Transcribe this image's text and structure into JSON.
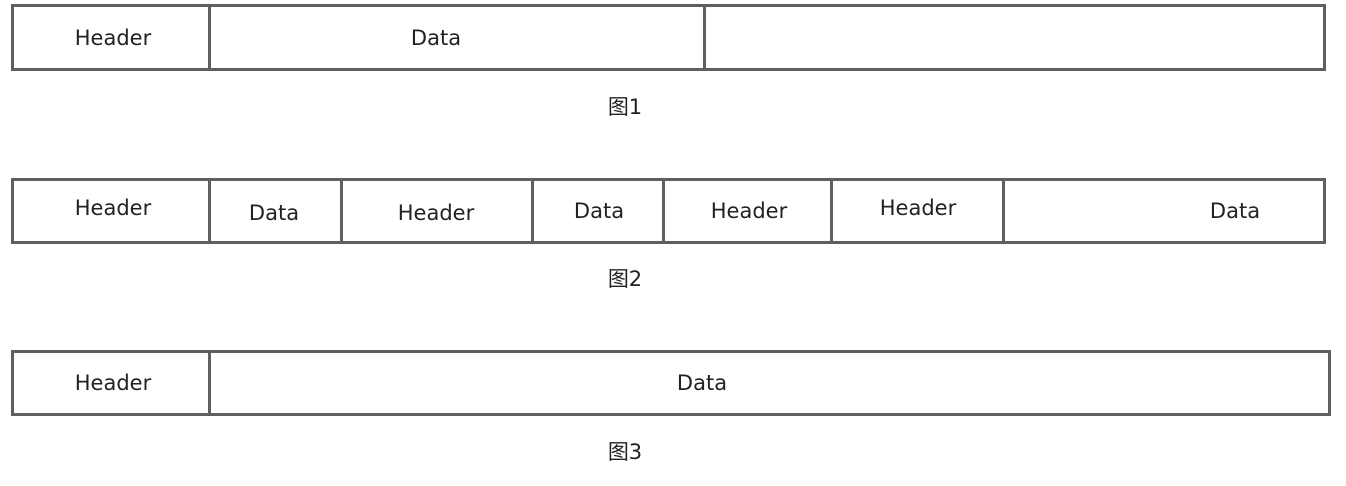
{
  "figures": [
    {
      "caption": "图1",
      "cells": [
        "Header",
        "Data",
        ""
      ]
    },
    {
      "caption": "图2",
      "cells": [
        "Header",
        "Data",
        "Header",
        "Data",
        "Header",
        "Header",
        "Data"
      ]
    },
    {
      "caption": "图3",
      "cells": [
        "Header",
        "Data"
      ]
    }
  ]
}
